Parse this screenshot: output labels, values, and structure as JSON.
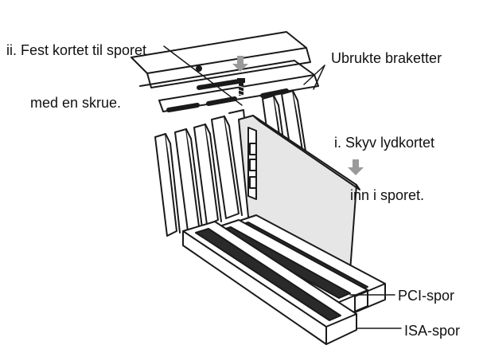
{
  "labels": {
    "fasten_line1": "ii. Fest kortet til sporet",
    "fasten_line2": "med en skrue.",
    "unused_brackets": "Ubrukte braketter",
    "slide_line1": "i. Skyv lydkortet",
    "slide_line2": "inn i sporet.",
    "pci_slot": "PCI-spor",
    "isa_slot": "ISA-spor"
  },
  "colors": {
    "line": "#1a1a1a",
    "arrow": "#9a9a9a",
    "card": "#e6e6e6",
    "slot_dark": "#2a2a2a"
  },
  "icons": {
    "screw": "screw-icon",
    "down_arrow": "down-arrow-icon"
  }
}
